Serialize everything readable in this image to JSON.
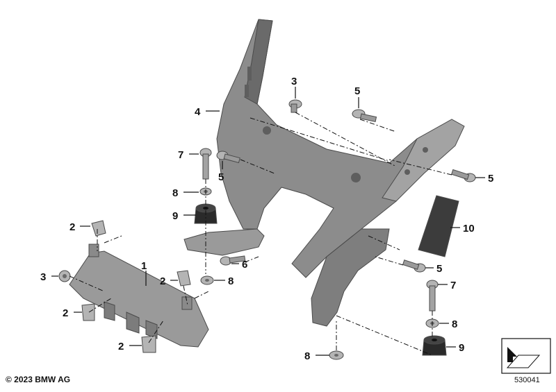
{
  "diagram": {
    "callouts": [
      {
        "id": "c1",
        "label": "1"
      },
      {
        "id": "c2a",
        "label": "2"
      },
      {
        "id": "c2b",
        "label": "2"
      },
      {
        "id": "c2c",
        "label": "2"
      },
      {
        "id": "c2d",
        "label": "2"
      },
      {
        "id": "c3a",
        "label": "3"
      },
      {
        "id": "c3b",
        "label": "3"
      },
      {
        "id": "c4",
        "label": "4"
      },
      {
        "id": "c5a",
        "label": "5"
      },
      {
        "id": "c5b",
        "label": "5"
      },
      {
        "id": "c5c",
        "label": "5"
      },
      {
        "id": "c5d",
        "label": "5"
      },
      {
        "id": "c6",
        "label": "6"
      },
      {
        "id": "c7a",
        "label": "7"
      },
      {
        "id": "c7b",
        "label": "7"
      },
      {
        "id": "c8a",
        "label": "8"
      },
      {
        "id": "c8b",
        "label": "8"
      },
      {
        "id": "c8c",
        "label": "8"
      },
      {
        "id": "c8d",
        "label": "8"
      },
      {
        "id": "c9a",
        "label": "9"
      },
      {
        "id": "c9b",
        "label": "9"
      },
      {
        "id": "c10",
        "label": "10"
      }
    ]
  },
  "footer": {
    "copyright": "© 2023 BMW AG",
    "diagram_number": "530041"
  },
  "colors": {
    "part_fill": "#8c8c8c",
    "part_dark": "#5e5e5e",
    "part_light": "#b4b4b4",
    "rubber": "#2a2a2a",
    "pad": "#3c3c3c"
  }
}
